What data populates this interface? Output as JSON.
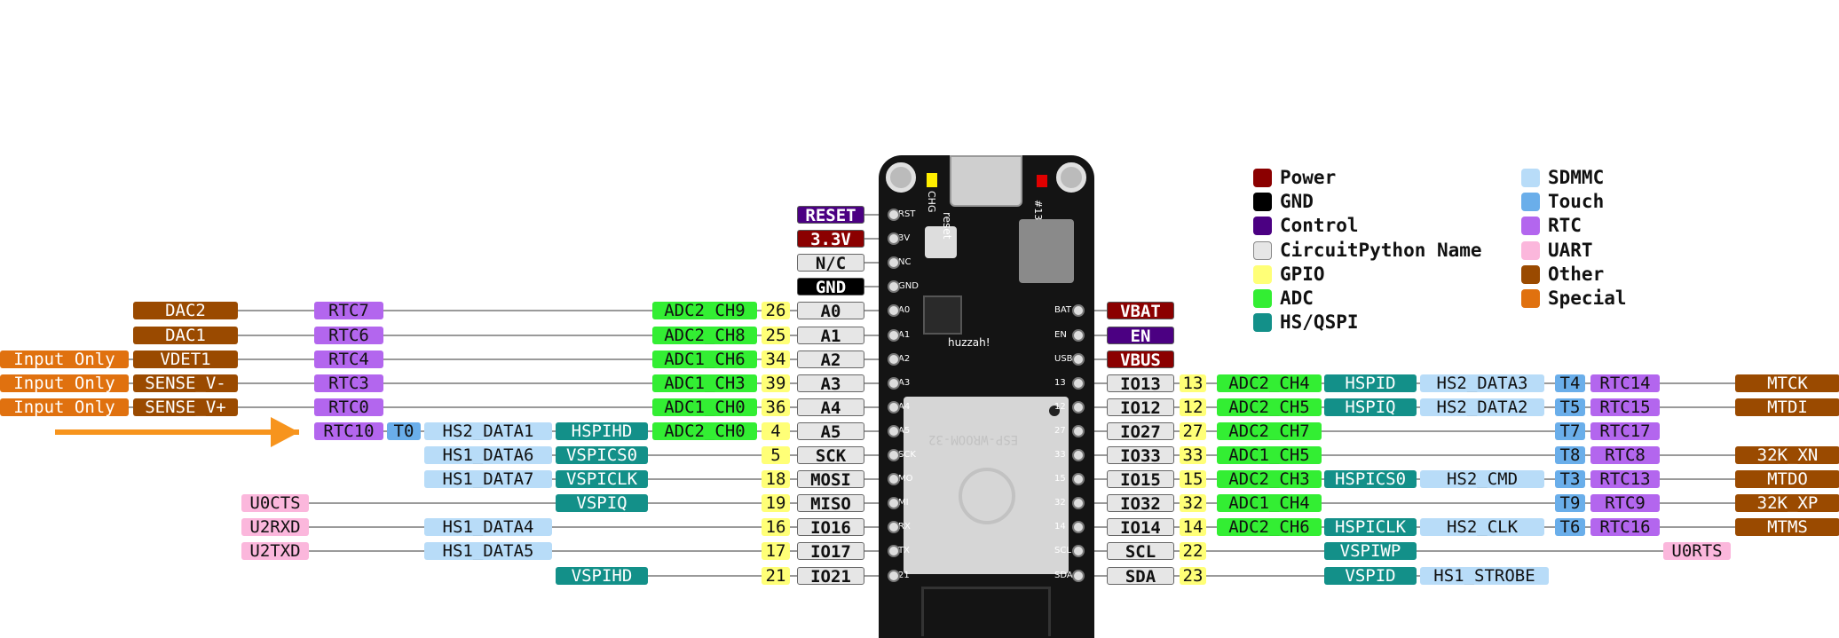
{
  "colors": {
    "power": "#8b0000",
    "gnd": "#000000",
    "control": "#4b0082",
    "cpy": "#e6e6e6",
    "gpio": "#ffff77",
    "adc": "#33ee33",
    "hs": "#139089",
    "sdmmc": "#b8dcf8",
    "touch": "#6aaeea",
    "rtc": "#b366ee",
    "uart": "#fbb7dc",
    "other": "#9a4a00",
    "special": "#e0710f",
    "wire": "#9a9a9a",
    "arrow": "#f7941d"
  },
  "legend": [
    {
      "label": "Power",
      "color": "power"
    },
    {
      "label": "GND",
      "color": "gnd"
    },
    {
      "label": "Control",
      "color": "control"
    },
    {
      "label": "CircuitPython Name",
      "color": "cpy"
    },
    {
      "label": "GPIO",
      "color": "gpio"
    },
    {
      "label": "ADC",
      "color": "adc"
    },
    {
      "label": "HS/QSPI",
      "color": "hs"
    },
    {
      "label": "SDMMC",
      "color": "sdmmc"
    },
    {
      "label": "Touch",
      "color": "touch"
    },
    {
      "label": "RTC",
      "color": "rtc"
    },
    {
      "label": "UART",
      "color": "uart"
    },
    {
      "label": "Other",
      "color": "other"
    },
    {
      "label": "Special",
      "color": "special"
    }
  ],
  "board": {
    "name": "huzzah!",
    "silk_left": [
      "RST",
      "3V",
      "NC",
      "GND",
      "A0",
      "A1",
      "A2",
      "A3",
      "A4",
      "A5",
      "SCK",
      "MO",
      "MI",
      "RX",
      "TX",
      "21"
    ],
    "silk_right": [
      "BAT",
      "EN",
      "USB",
      "13",
      "12",
      "27",
      "33",
      "15",
      "32",
      "14",
      "SCL",
      "SDA"
    ],
    "button_label": "reset",
    "chg_label": "CHG",
    "led_label": "#13",
    "module_label": "ESP-WROOM-32"
  },
  "left_pins": [
    {
      "name": "RESET",
      "color": "control",
      "labels": []
    },
    {
      "name": "3.3V",
      "color": "power",
      "labels": []
    },
    {
      "name": "N/C",
      "color": "cpy",
      "labels": []
    },
    {
      "name": "GND",
      "color": "gnd",
      "labels": []
    },
    {
      "name": "A0",
      "color": "cpy",
      "labels": [
        {
          "t": "26",
          "c": "gpio",
          "s": "gpio"
        },
        {
          "t": "ADC2_CH9",
          "c": "adc",
          "s": "adc"
        },
        {
          "t": "RTC7",
          "c": "rtc",
          "s": "rtc"
        },
        {
          "t": "DAC2",
          "c": "other",
          "s": "other"
        }
      ]
    },
    {
      "name": "A1",
      "color": "cpy",
      "labels": [
        {
          "t": "25",
          "c": "gpio",
          "s": "gpio"
        },
        {
          "t": "ADC2_CH8",
          "c": "adc",
          "s": "adc"
        },
        {
          "t": "RTC6",
          "c": "rtc",
          "s": "rtc"
        },
        {
          "t": "DAC1",
          "c": "other",
          "s": "other"
        }
      ]
    },
    {
      "name": "A2",
      "color": "cpy",
      "labels": [
        {
          "t": "34",
          "c": "gpio",
          "s": "gpio"
        },
        {
          "t": "ADC1_CH6",
          "c": "adc",
          "s": "adc"
        },
        {
          "t": "RTC4",
          "c": "rtc",
          "s": "rtc"
        },
        {
          "t": "VDET1",
          "c": "other",
          "s": "other"
        },
        {
          "t": "Input Only",
          "c": "special",
          "s": "special"
        }
      ]
    },
    {
      "name": "A3",
      "color": "cpy",
      "labels": [
        {
          "t": "39",
          "c": "gpio",
          "s": "gpio"
        },
        {
          "t": "ADC1_CH3",
          "c": "adc",
          "s": "adc"
        },
        {
          "t": "RTC3",
          "c": "rtc",
          "s": "rtc"
        },
        {
          "t": "SENSE_V-",
          "c": "other",
          "s": "other"
        },
        {
          "t": "Input Only",
          "c": "special",
          "s": "special"
        }
      ]
    },
    {
      "name": "A4",
      "color": "cpy",
      "labels": [
        {
          "t": "36",
          "c": "gpio",
          "s": "gpio"
        },
        {
          "t": "ADC1_CH0",
          "c": "adc",
          "s": "adc"
        },
        {
          "t": "RTC0",
          "c": "rtc",
          "s": "rtc"
        },
        {
          "t": "SENSE_V+",
          "c": "other",
          "s": "other"
        },
        {
          "t": "Input Only",
          "c": "special",
          "s": "special"
        }
      ]
    },
    {
      "name": "A5",
      "color": "cpy",
      "labels": [
        {
          "t": "4",
          "c": "gpio",
          "s": "gpio"
        },
        {
          "t": "ADC2_CH0",
          "c": "adc",
          "s": "adc"
        },
        {
          "t": "HSPIHD",
          "c": "hs",
          "s": "hs"
        },
        {
          "t": "HS2_DATA1",
          "c": "sdmmc",
          "s": "sdmmc"
        },
        {
          "t": "T0",
          "c": "touch",
          "s": "touch"
        },
        {
          "t": "RTC10",
          "c": "rtc",
          "s": "rtc10"
        }
      ]
    },
    {
      "name": "SCK",
      "color": "cpy",
      "labels": [
        {
          "t": "5",
          "c": "gpio",
          "s": "gpio"
        },
        {
          "t": "VSPICS0",
          "c": "hs",
          "s": "hs"
        },
        {
          "t": "HS1_DATA6",
          "c": "sdmmc",
          "s": "sdmmc"
        }
      ]
    },
    {
      "name": "MOSI",
      "color": "cpy",
      "labels": [
        {
          "t": "18",
          "c": "gpio",
          "s": "gpio"
        },
        {
          "t": "VSPICLK",
          "c": "hs",
          "s": "hs"
        },
        {
          "t": "HS1_DATA7",
          "c": "sdmmc",
          "s": "sdmmc"
        }
      ]
    },
    {
      "name": "MISO",
      "color": "cpy",
      "labels": [
        {
          "t": "19",
          "c": "gpio",
          "s": "gpio"
        },
        {
          "t": "VSPIQ",
          "c": "hs",
          "s": "hs"
        },
        {
          "t": "U0CTS",
          "c": "uart",
          "s": "uart"
        }
      ]
    },
    {
      "name": "IO16",
      "color": "cpy",
      "labels": [
        {
          "t": "16",
          "c": "gpio",
          "s": "gpio"
        },
        {
          "t": "HS1_DATA4",
          "c": "sdmmc",
          "s": "sdmmc"
        },
        {
          "t": "U2RXD",
          "c": "uart",
          "s": "uart"
        }
      ]
    },
    {
      "name": "IO17",
      "color": "cpy",
      "labels": [
        {
          "t": "17",
          "c": "gpio",
          "s": "gpio"
        },
        {
          "t": "HS1_DATA5",
          "c": "sdmmc",
          "s": "sdmmc"
        },
        {
          "t": "U2TXD",
          "c": "uart",
          "s": "uart"
        }
      ]
    },
    {
      "name": "IO21",
      "color": "cpy",
      "labels": [
        {
          "t": "21",
          "c": "gpio",
          "s": "gpio"
        },
        {
          "t": "VSPIHD",
          "c": "hs",
          "s": "hs"
        }
      ]
    }
  ],
  "right_pins": [
    {
      "name": "VBAT",
      "color": "power",
      "labels": []
    },
    {
      "name": "EN",
      "color": "control",
      "labels": []
    },
    {
      "name": "VBUS",
      "color": "power",
      "labels": []
    },
    {
      "name": "IO13",
      "color": "cpy",
      "labels": [
        {
          "t": "13",
          "c": "gpio",
          "s": "gpio"
        },
        {
          "t": "ADC2_CH4",
          "c": "adc",
          "s": "adc"
        },
        {
          "t": "HSPID",
          "c": "hs",
          "s": "hs"
        },
        {
          "t": "HS2_DATA3",
          "c": "sdmmc",
          "s": "sdmmc"
        },
        {
          "t": "T4",
          "c": "touch",
          "s": "touch"
        },
        {
          "t": "RTC14",
          "c": "rtc",
          "s": "rtc"
        },
        {
          "t": "MTCK",
          "c": "other",
          "s": "other"
        }
      ]
    },
    {
      "name": "IO12",
      "color": "cpy",
      "labels": [
        {
          "t": "12",
          "c": "gpio",
          "s": "gpio"
        },
        {
          "t": "ADC2_CH5",
          "c": "adc",
          "s": "adc"
        },
        {
          "t": "HSPIQ",
          "c": "hs",
          "s": "hs"
        },
        {
          "t": "HS2_DATA2",
          "c": "sdmmc",
          "s": "sdmmc"
        },
        {
          "t": "T5",
          "c": "touch",
          "s": "touch"
        },
        {
          "t": "RTC15",
          "c": "rtc",
          "s": "rtc"
        },
        {
          "t": "MTDI",
          "c": "other",
          "s": "other"
        }
      ]
    },
    {
      "name": "IO27",
      "color": "cpy",
      "labels": [
        {
          "t": "27",
          "c": "gpio",
          "s": "gpio"
        },
        {
          "t": "ADC2_CH7",
          "c": "adc",
          "s": "adc"
        },
        {
          "t": "T7",
          "c": "touch",
          "s": "touch"
        },
        {
          "t": "RTC17",
          "c": "rtc",
          "s": "rtc"
        }
      ]
    },
    {
      "name": "IO33",
      "color": "cpy",
      "labels": [
        {
          "t": "33",
          "c": "gpio",
          "s": "gpio"
        },
        {
          "t": "ADC1_CH5",
          "c": "adc",
          "s": "adc"
        },
        {
          "t": "T8",
          "c": "touch",
          "s": "touch"
        },
        {
          "t": "RTC8",
          "c": "rtc",
          "s": "rtc"
        },
        {
          "t": "32K_XN",
          "c": "other",
          "s": "other"
        }
      ]
    },
    {
      "name": "IO15",
      "color": "cpy",
      "labels": [
        {
          "t": "15",
          "c": "gpio",
          "s": "gpio"
        },
        {
          "t": "ADC2_CH3",
          "c": "adc",
          "s": "adc"
        },
        {
          "t": "HSPICS0",
          "c": "hs",
          "s": "hs"
        },
        {
          "t": "HS2_CMD",
          "c": "sdmmc",
          "s": "sdmmc"
        },
        {
          "t": "T3",
          "c": "touch",
          "s": "touch"
        },
        {
          "t": "RTC13",
          "c": "rtc",
          "s": "rtc"
        },
        {
          "t": "MTDO",
          "c": "other",
          "s": "other"
        }
      ]
    },
    {
      "name": "IO32",
      "color": "cpy",
      "labels": [
        {
          "t": "32",
          "c": "gpio",
          "s": "gpio"
        },
        {
          "t": "ADC1_CH4",
          "c": "adc",
          "s": "adc"
        },
        {
          "t": "T9",
          "c": "touch",
          "s": "touch"
        },
        {
          "t": "RTC9",
          "c": "rtc",
          "s": "rtc"
        },
        {
          "t": "32K_XP",
          "c": "other",
          "s": "other"
        }
      ]
    },
    {
      "name": "IO14",
      "color": "cpy",
      "labels": [
        {
          "t": "14",
          "c": "gpio",
          "s": "gpio"
        },
        {
          "t": "ADC2_CH6",
          "c": "adc",
          "s": "adc"
        },
        {
          "t": "HSPICLK",
          "c": "hs",
          "s": "hs"
        },
        {
          "t": "HS2_CLK",
          "c": "sdmmc",
          "s": "sdmmc"
        },
        {
          "t": "T6",
          "c": "touch",
          "s": "touch"
        },
        {
          "t": "RTC16",
          "c": "rtc",
          "s": "rtc"
        },
        {
          "t": "MTMS",
          "c": "other",
          "s": "other"
        }
      ]
    },
    {
      "name": "SCL",
      "color": "cpy",
      "labels": [
        {
          "t": "22",
          "c": "gpio",
          "s": "gpio"
        },
        {
          "t": "VSPIWP",
          "c": "hs",
          "s": "hs"
        },
        {
          "t": "U0RTS",
          "c": "uart",
          "s": "uart"
        }
      ]
    },
    {
      "name": "SDA",
      "color": "cpy",
      "labels": [
        {
          "t": "23",
          "c": "gpio",
          "s": "gpio"
        },
        {
          "t": "VSPID",
          "c": "hs",
          "s": "hs"
        },
        {
          "t": "HS1_STROBE",
          "c": "sdmmc",
          "s": "sdmmc_r"
        }
      ]
    }
  ]
}
